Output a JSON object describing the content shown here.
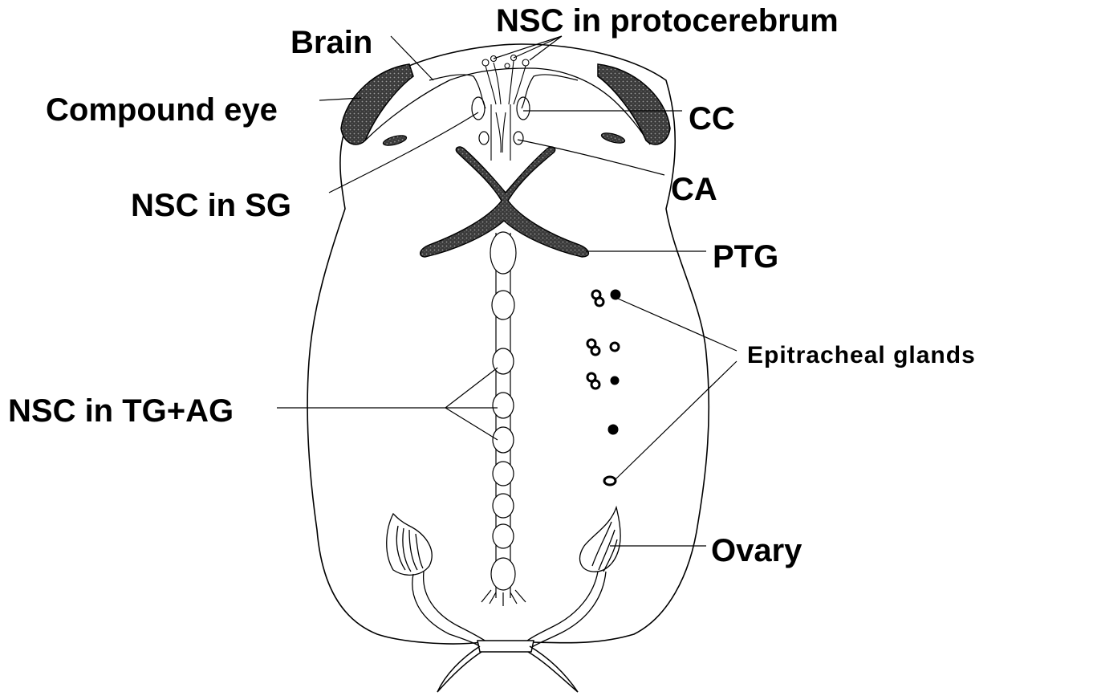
{
  "labels": {
    "brain": "Brain",
    "nsc_protocerebrum": "NSC in protocerebrum",
    "compound_eye": "Compound eye",
    "cc": "CC",
    "ca": "CA",
    "nsc_sg": "NSC in SG",
    "ptg": "PTG",
    "epitracheal_glands": "Epitracheal glands",
    "nsc_tg_ag": "NSC in TG+AG",
    "ovary": "Ovary"
  },
  "colors": {
    "line": "#000000",
    "stipple": "#333333",
    "background": "#ffffff"
  }
}
